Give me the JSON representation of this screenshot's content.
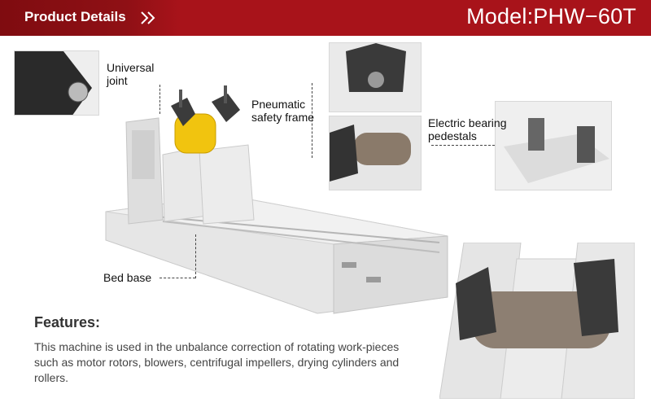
{
  "header": {
    "title": "Product Details",
    "model": "Model:PHW−60T",
    "icon": "double-chevron-right-icon",
    "color": "#a8131a"
  },
  "callouts": {
    "universal_joint": [
      "Universal",
      "joint"
    ],
    "safety_frame": [
      "Pneumatic",
      "safety frame"
    ],
    "bearing_pedestals": [
      "Electric bearing",
      "pedestals"
    ],
    "bed_base": "Bed base"
  },
  "features": {
    "title": "Features:",
    "text": "This machine is used in the unbalance correction of rotating work-pieces such as motor rotors, blowers, centrifugal impellers, drying cylinders and rollers."
  }
}
